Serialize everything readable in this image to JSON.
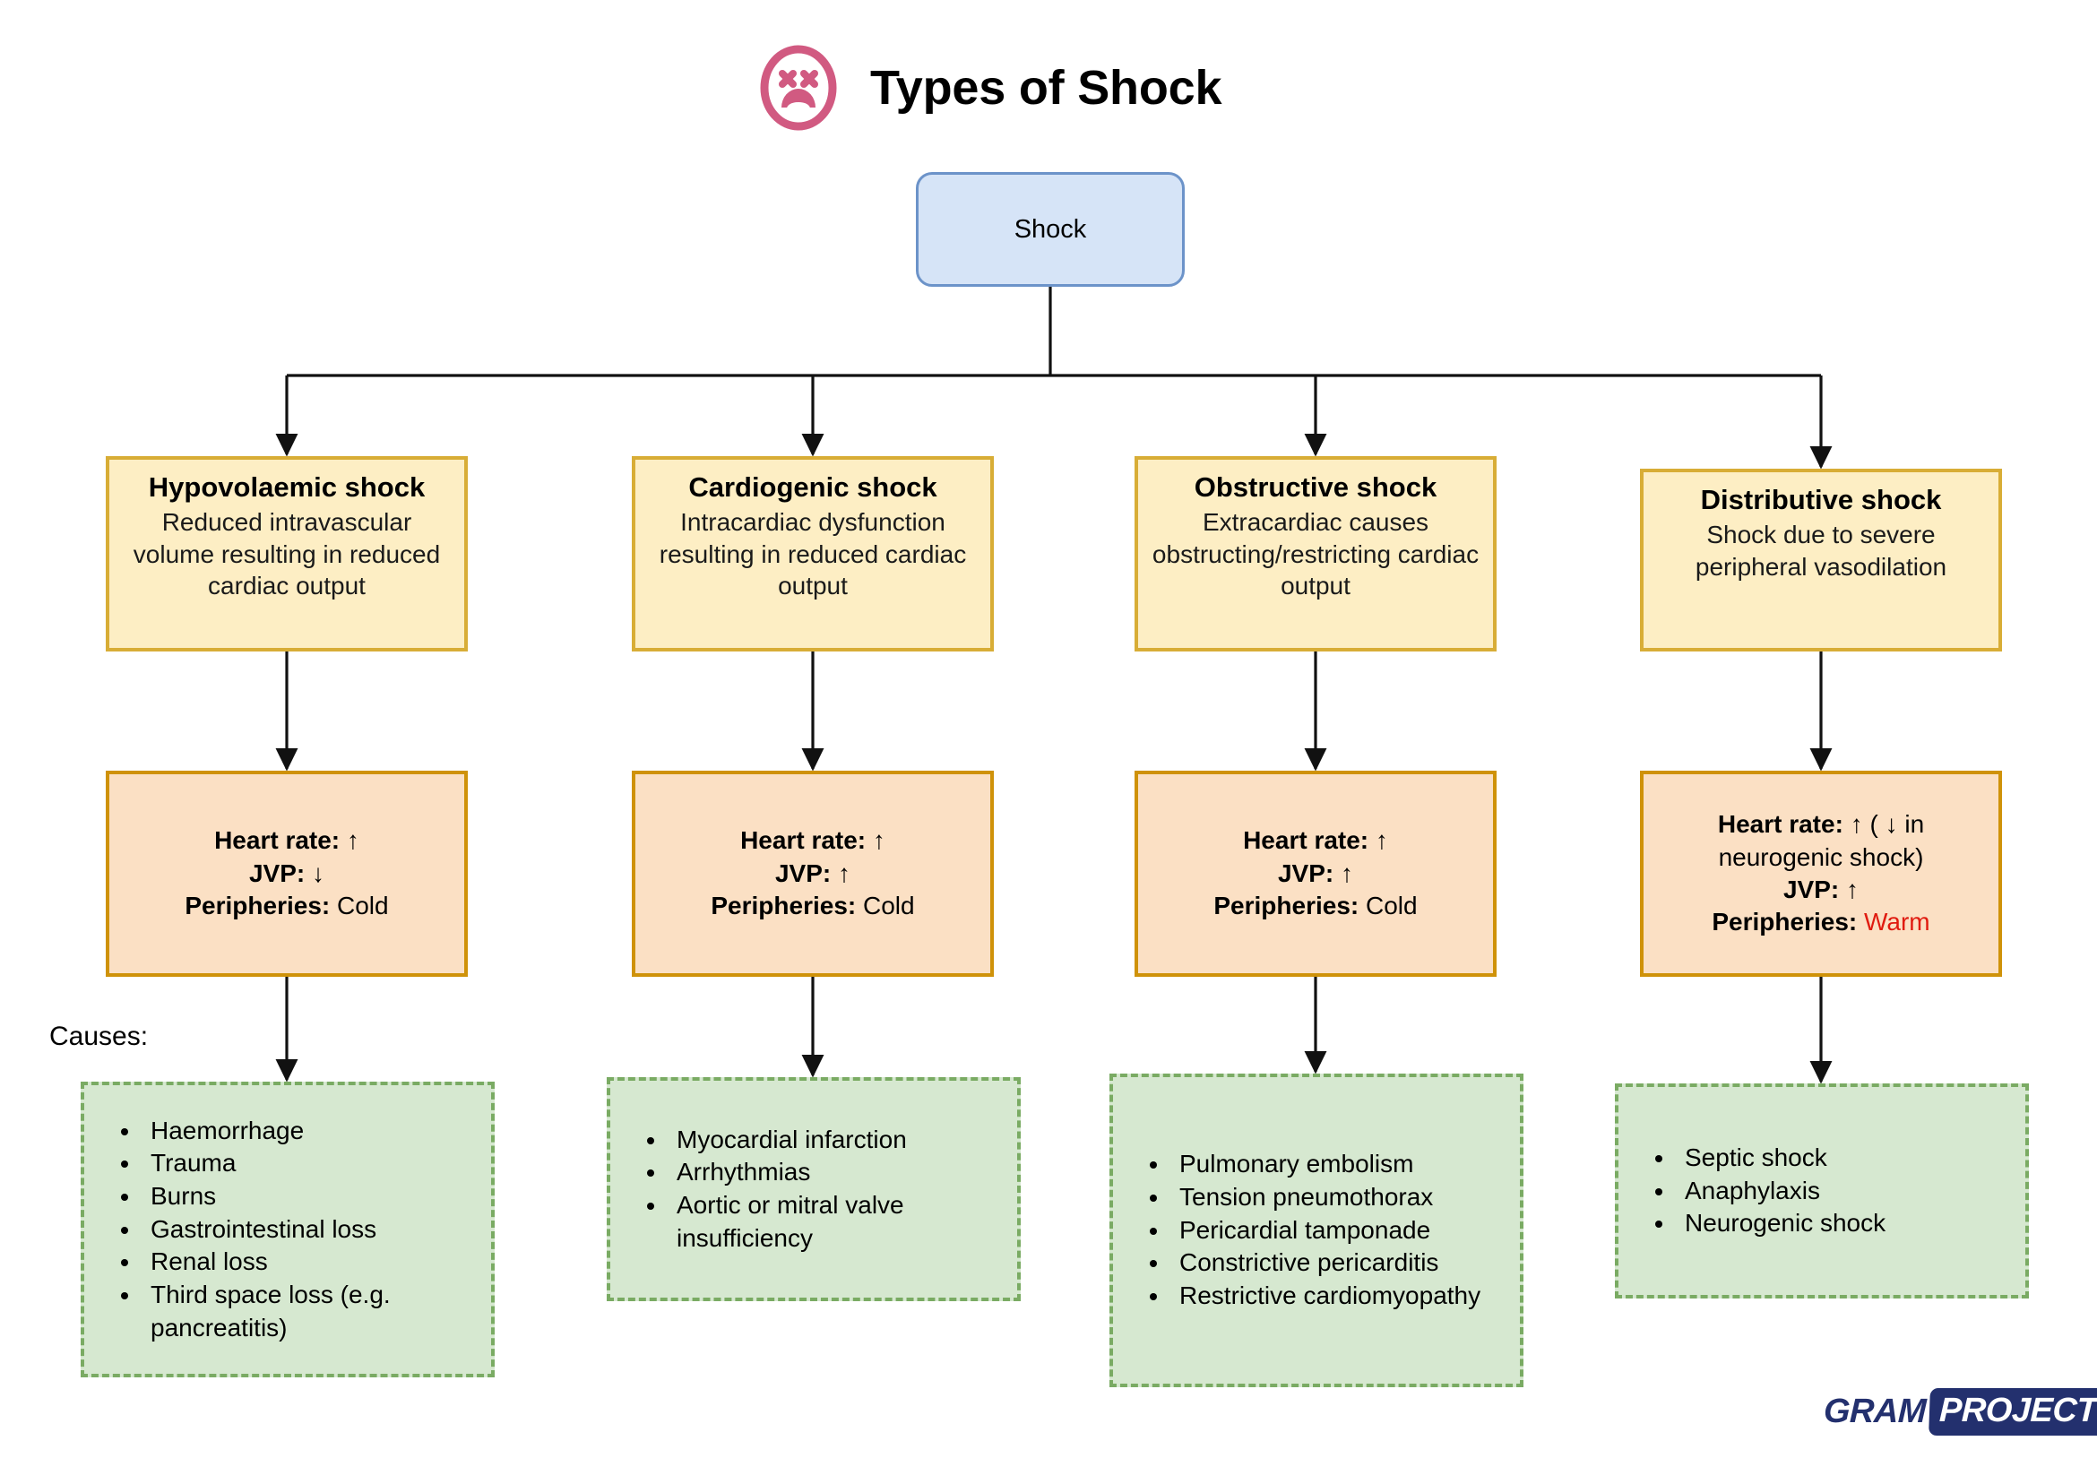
{
  "header": {
    "title": "Types of Shock",
    "icon": "shock-face-icon",
    "icon_color": "#d15a81"
  },
  "root": {
    "label": "Shock",
    "fill": "#d6e4f7",
    "border": "#6c93c9"
  },
  "causes_label": "Causes:",
  "colors": {
    "type_fill": "#fdeec4",
    "type_border": "#d8ad36",
    "signs_fill": "#fbe0c4",
    "signs_border": "#cf9209",
    "causes_fill": "#d6e8d0",
    "causes_border": "#7aab63",
    "warm_text": "#e01b10",
    "brand": "#23306e"
  },
  "columns": [
    {
      "type_title": "Hypovolaemic shock",
      "type_desc": "Reduced intravascular volume resulting in reduced cardiac output",
      "signs": {
        "heart_rate_label": "Heart rate:",
        "heart_rate_value": "↑",
        "jvp_label": "JVP:",
        "jvp_value": "↓",
        "peripheries_label": "Peripheries:",
        "peripheries_value": "Cold",
        "peripheries_warm": false
      },
      "causes": [
        "Haemorrhage",
        "Trauma",
        "Burns",
        "Gastrointestinal loss",
        "Renal loss",
        "Third space loss (e.g. pancreatitis)"
      ]
    },
    {
      "type_title": "Cardiogenic shock",
      "type_desc": "Intracardiac dysfunction resulting in reduced cardiac output",
      "signs": {
        "heart_rate_label": "Heart rate:",
        "heart_rate_value": "↑",
        "jvp_label": "JVP:",
        "jvp_value": "↑",
        "peripheries_label": "Peripheries:",
        "peripheries_value": "Cold",
        "peripheries_warm": false
      },
      "causes": [
        "Myocardial infarction",
        "Arrhythmias",
        "Aortic or mitral valve insufficiency"
      ]
    },
    {
      "type_title": "Obstructive shock",
      "type_desc": "Extracardiac causes obstructing/restricting cardiac output",
      "signs": {
        "heart_rate_label": "Heart rate:",
        "heart_rate_value": "↑",
        "jvp_label": "JVP:",
        "jvp_value": "↑",
        "peripheries_label": "Peripheries:",
        "peripheries_value": "Cold",
        "peripheries_warm": false
      },
      "causes": [
        "Pulmonary embolism",
        "Tension pneumothorax",
        "Pericardial tamponade",
        "Constrictive pericarditis",
        "Restrictive cardiomyopathy"
      ]
    },
    {
      "type_title": "Distributive shock",
      "type_desc": "Shock due to severe peripheral vasodilation",
      "signs": {
        "heart_rate_label": "Heart rate:",
        "heart_rate_value": "↑ ( ↓ in neurogenic shock)",
        "jvp_label": "JVP:",
        "jvp_value": "↑",
        "peripheries_label": "Peripheries:",
        "peripheries_value": "Warm",
        "peripheries_warm": true
      },
      "causes": [
        "Septic shock",
        "Anaphylaxis",
        "Neurogenic shock"
      ]
    }
  ],
  "brand": {
    "part1": "GRAM",
    "part2": "PROJECT"
  }
}
